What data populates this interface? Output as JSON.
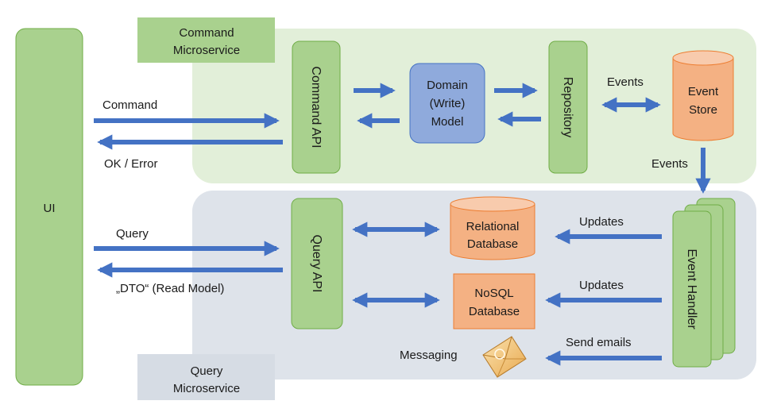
{
  "ui": {
    "label": "UI"
  },
  "command_service": {
    "tag_line1": "Command",
    "tag_line2": "Microservice",
    "command_api": "Command API",
    "domain_line1": "Domain",
    "domain_line2": "(Write)",
    "domain_line3": "Model",
    "repository": "Repository",
    "event_store_line1": "Event",
    "event_store_line2": "Store",
    "events_label": "Events"
  },
  "query_service": {
    "tag_line1": "Query",
    "tag_line2": "Microservice",
    "query_api": "Query API",
    "relational_line1": "Relational",
    "relational_line2": "Database",
    "nosql_line1": "NoSQL",
    "nosql_line2": "Database",
    "messaging": "Messaging",
    "event_handler": "Event Handler"
  },
  "flows": {
    "command": "Command",
    "ok_error": "OK / Error",
    "query": "Query",
    "dto": "„DTO“ (Read Model)",
    "events_down": "Events",
    "updates_1": "Updates",
    "updates_2": "Updates",
    "send_emails": "Send emails"
  },
  "colors": {
    "green_bg": "#e2efd9",
    "green_box": "#a9d18e",
    "green_border": "#70ad47",
    "gray_bg": "#dee3ea",
    "gray_tag": "#d6dce4",
    "blue_box": "#8faadc",
    "blue_border": "#4472c4",
    "orange": "#f4b183",
    "orange_border": "#ed7d31",
    "arrow": "#4472c4"
  }
}
